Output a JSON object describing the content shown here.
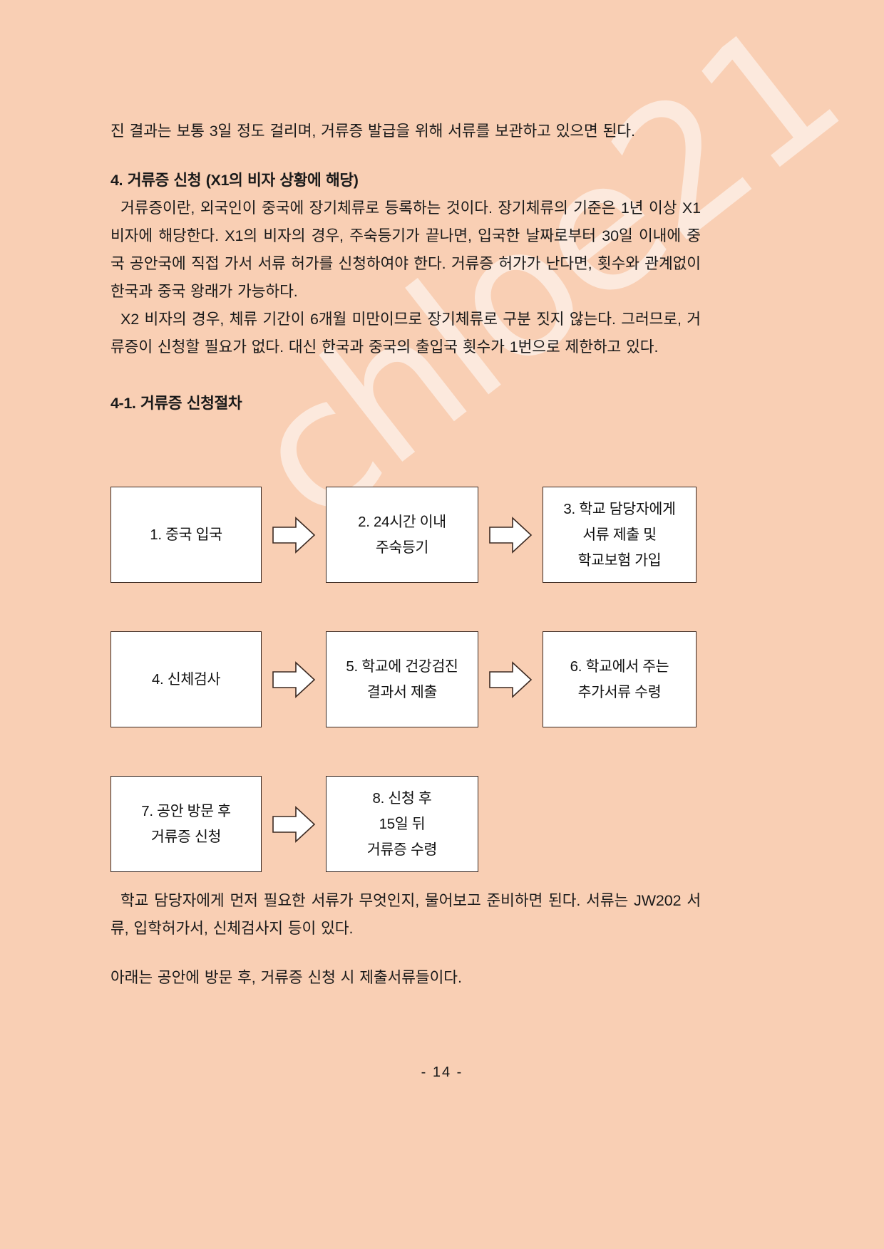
{
  "document": {
    "background_color": "#f9cfb4",
    "watermark_text": "chloe21",
    "page_number": "- 14 -"
  },
  "paragraphs": {
    "continued_text": "진 결과는 보통 3일 정도 걸리며, 거류증 발급을 위해 서류를 보관하고 있으면 된다.",
    "section_heading": "4. 거류증 신청 (X1의 비자 상황에 해당)",
    "para_1": "거류증이란, 외국인이 중국에 장기체류로 등록하는 것이다. 장기체류의 기준은 1년 이상 X1 비자에 해당한다. X1의 비자의 경우, 주숙등기가 끝나면, 입국한 날짜로부터 30일 이내에 중국 공안국에 직접 가서 서류 허가를 신청하여야 한다. 거류증 허가가 난다면, 횟수와 관계없이 한국과 중국 왕래가 가능하다.",
    "para_2": "X2 비자의 경우, 체류 기간이 6개월 미만이므로 장기체류로 구분 짓지 않는다. 그러므로, 거류증이 신청할 필요가 없다. 대신 한국과 중국의 출입국 횟수가 1번으로 제한하고 있다.",
    "subsection_heading": "4-1. 거류증 신청절차",
    "para_3": "학교 담당자에게 먼저 필요한 서류가 무엇인지, 물어보고 준비하면 된다. 서류는 JW202 서류, 입학허가서, 신체검사지 등이 있다.",
    "para_4": "아래는 공안에 방문 후, 거류증 신청 시 제출서류들이다."
  },
  "flowchart": {
    "rows": [
      {
        "steps": [
          {
            "lines": [
              "1. 중국 입국"
            ]
          },
          {
            "lines": [
              "2. 24시간 이내",
              "주숙등기"
            ]
          },
          {
            "lines": [
              "3. 학교 담당자에게",
              "서류 제출 및",
              "학교보험 가입"
            ]
          }
        ]
      },
      {
        "steps": [
          {
            "lines": [
              "4. 신체검사"
            ]
          },
          {
            "lines": [
              "5. 학교에 건강검진",
              "결과서 제출"
            ]
          },
          {
            "lines": [
              "6. 학교에서 주는",
              "추가서류 수령"
            ]
          }
        ]
      },
      {
        "steps": [
          {
            "lines": [
              "7. 공안 방문 후",
              "거류증 신청"
            ]
          },
          {
            "lines": [
              "8. 신청 후",
              "15일 뒤",
              "거류증 수령"
            ]
          }
        ]
      }
    ]
  }
}
